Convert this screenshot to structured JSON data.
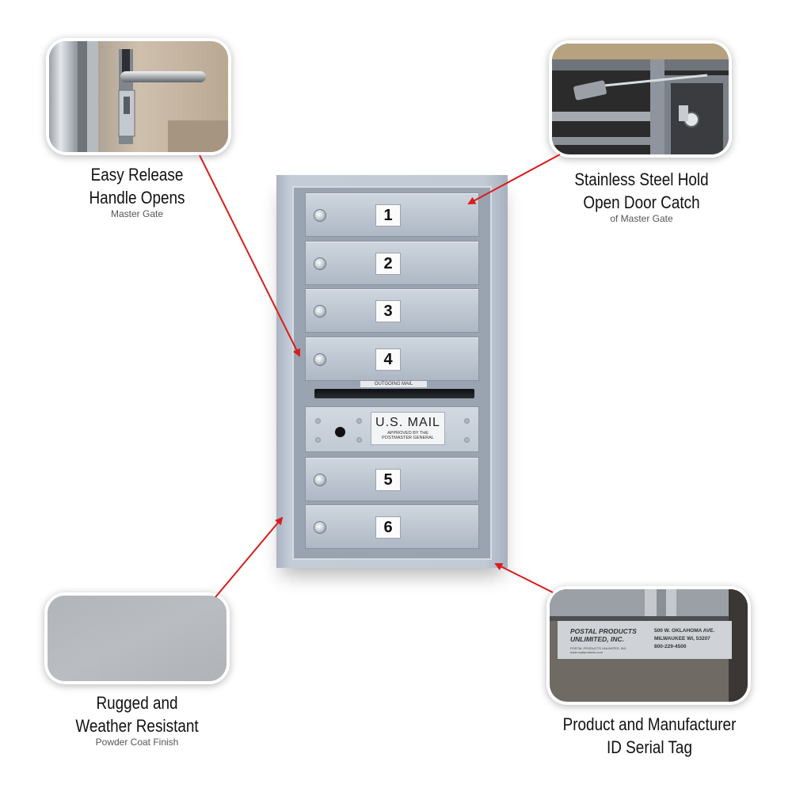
{
  "callouts": {
    "handle": {
      "title_line1": "Easy Release",
      "title_line2": "Handle Opens",
      "subtitle": "Master Gate"
    },
    "catch": {
      "title_line1": "Stainless Steel Hold",
      "title_line2": "Open Door Catch",
      "subtitle": "of Master Gate"
    },
    "powder": {
      "title_line1": "Rugged and",
      "title_line2": "Weather Resistant",
      "subtitle": "Powder Coat Finish"
    },
    "tag": {
      "title_line1": "Product and Manufacturer",
      "title_line2": "ID Serial Tag"
    }
  },
  "mailbox": {
    "doors": [
      "1",
      "2",
      "3",
      "4",
      "5",
      "6"
    ],
    "outgoing_label": "OUTGOING MAIL",
    "plate_title": "U.S. MAIL",
    "plate_line1": "APPROVED BY THE",
    "plate_line2": "POSTMASTER GENERAL"
  },
  "serial_tag": {
    "brand_line1": "POSTAL PRODUCTS",
    "brand_line2": "UNLIMITED, INC.",
    "address_line1": "500 W. OKLAHOMA AVE.",
    "address_line2": "MILWAUKEE WI, 53207",
    "phone": "800-229-4500",
    "small_line": "POSTAL PRODUCTS UNLIMITED, INC.",
    "website": "www.mailproducts.com"
  },
  "colors": {
    "arrow": "#d91c1c",
    "mailbox_silver": "#c2cad5"
  }
}
